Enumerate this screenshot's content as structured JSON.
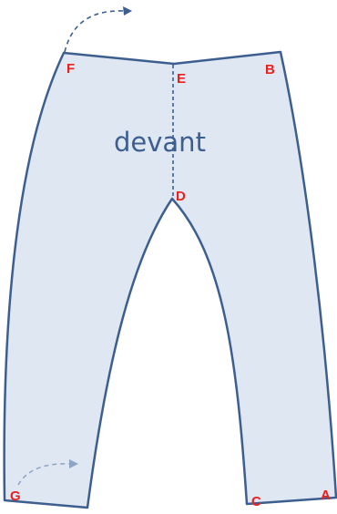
{
  "diagram": {
    "title": "devant",
    "points": {
      "A": "A",
      "B": "B",
      "C": "C",
      "D": "D",
      "E": "E",
      "F": "F",
      "G": "G"
    }
  }
}
